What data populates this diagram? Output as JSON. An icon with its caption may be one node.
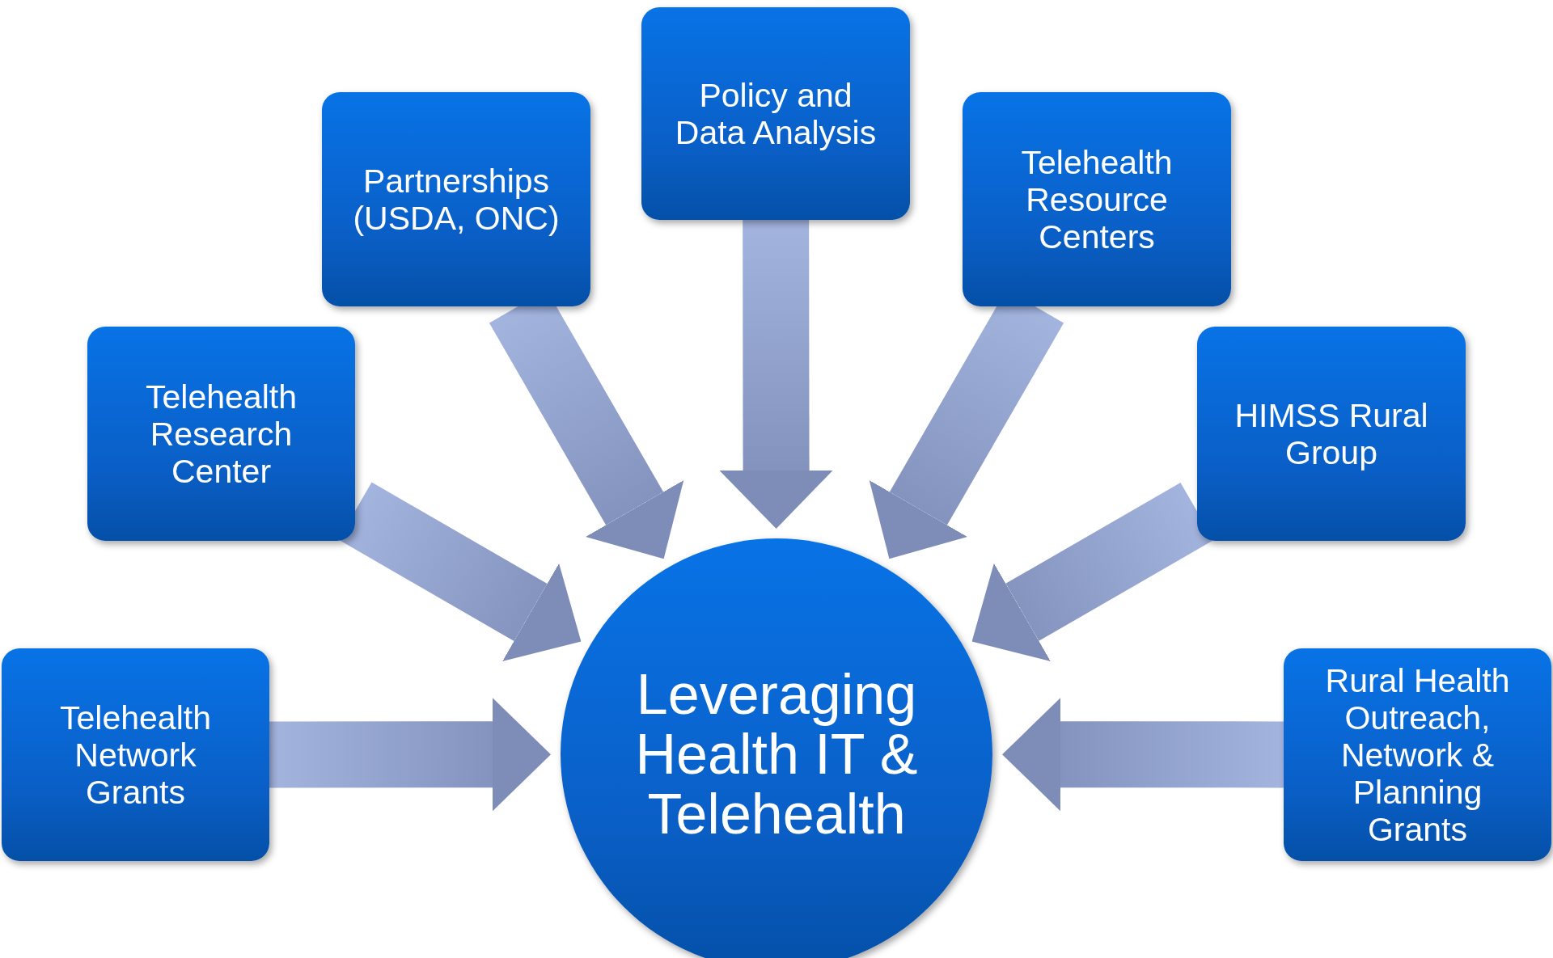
{
  "diagram": {
    "nodes": [
      {
        "text": [
          "Telehealth Network Grants"
        ]
      },
      {
        "text": [
          "Telehealth Research Center"
        ]
      },
      {
        "text": [
          "Partnerships (USDA, ONC)"
        ]
      },
      {
        "text": [
          "Policy and Data Analysis"
        ]
      },
      {
        "text": [
          "Telehealth Resource Centers"
        ]
      },
      {
        "text": [
          "HIMSS Rural Group"
        ]
      },
      {
        "text": [
          "Rural Health Outreach, Network & Planning Grants"
        ]
      },
      {
        "text": [
          "Leveraging Health IT & Telehealth"
        ]
      }
    ],
    "edges": [
      {
        "from": 0,
        "to": 7,
        "arrow": "to"
      },
      {
        "from": 1,
        "to": 7,
        "arrow": "to"
      },
      {
        "from": 2,
        "to": 7,
        "arrow": "to"
      },
      {
        "from": 3,
        "to": 7,
        "arrow": "to"
      },
      {
        "from": 4,
        "to": 7,
        "arrow": "to"
      },
      {
        "from": 5,
        "to": 7,
        "arrow": "to"
      },
      {
        "from": 6,
        "to": 7,
        "arrow": "to"
      }
    ]
  }
}
